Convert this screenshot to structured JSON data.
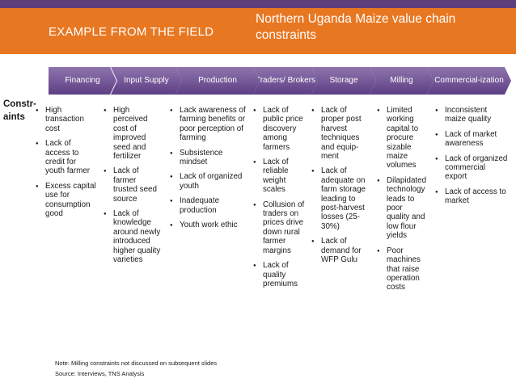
{
  "header": {
    "subtitle": "EXAMPLE FROM THE FIELD",
    "title": "Northern Uganda Maize value chain constraints",
    "band_color": "#e87722",
    "top_band_color": "#5e3f7c"
  },
  "stages": [
    {
      "label": "Financing"
    },
    {
      "label": "Input Supply"
    },
    {
      "label": "Production"
    },
    {
      "label": "Traders/ Brokers"
    },
    {
      "label": "Storage"
    },
    {
      "label": "Milling"
    },
    {
      "label": "Commercial-ization"
    }
  ],
  "row_label": "Constr-aints",
  "columns": [
    {
      "items": [
        "High transaction cost",
        "Lack of access to credit for youth farmer",
        "Excess capital use for consumption good"
      ]
    },
    {
      "items": [
        "High perceived cost of improved seed and fertilizer",
        "Lack of farmer trusted seed source",
        "Lack of knowledge around newly introduced higher quality varieties"
      ]
    },
    {
      "items": [
        "Lack awareness of farming benefits or poor perception of farming",
        "Subsistence mindset",
        "Lack of organized youth",
        "Inadequate production",
        "Youth work ethic"
      ]
    },
    {
      "items": [
        "Lack of public price discovery among farmers",
        "Lack of reliable weight scales",
        "Collusion of traders on prices drive down rural farmer margins",
        "Lack of quality premiums"
      ]
    },
    {
      "items": [
        "Lack of proper post harvest techniques and equip-ment",
        "Lack of adequate on farm storage leading to post-harvest losses (25-30%)",
        "Lack of demand for WFP Gulu"
      ]
    },
    {
      "items": [
        "Limited working capital to procure sizable maize volumes",
        "Dilapidated technology leads to poor quality and low flour yields",
        "Poor machines that raise operation costs"
      ]
    },
    {
      "items": [
        "Inconsistent maize quality",
        "Lack of market awareness",
        "Lack of organized commercial export",
        "Lack of access to market"
      ]
    }
  ],
  "footnotes": {
    "note": "Note: Milling constraints not discussed on subsequent slides",
    "source": "Source: Interviews, TNS Analysis"
  }
}
